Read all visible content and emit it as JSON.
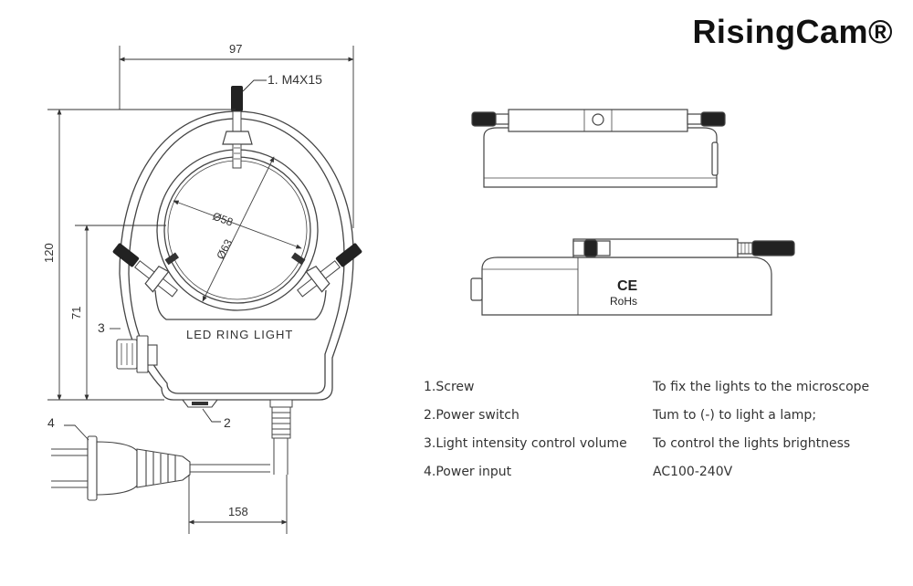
{
  "brand": "RisingCam®",
  "dimensions": {
    "width": "97",
    "height": "120",
    "mid_height": "71",
    "cable": "158",
    "inner_diameter": "Ø58",
    "outer_diameter": "Ø63"
  },
  "callouts": {
    "screw": "1. M4X15",
    "switch": "2",
    "knob": "3",
    "plug": "4"
  },
  "device_label": "LED RING LIGHT",
  "marks": {
    "ce": "CE",
    "rohs": "RoHs"
  },
  "legend": [
    {
      "name": "1.Screw",
      "desc": "To fix the lights to the microscope"
    },
    {
      "name": "2.Power switch",
      "desc": "Tum to (-) to light a lamp;"
    },
    {
      "name": "3.Light intensity control volume",
      "desc": "To control the lights brightness"
    },
    {
      "name": "4.Power input",
      "desc": "AC100-240V"
    }
  ]
}
